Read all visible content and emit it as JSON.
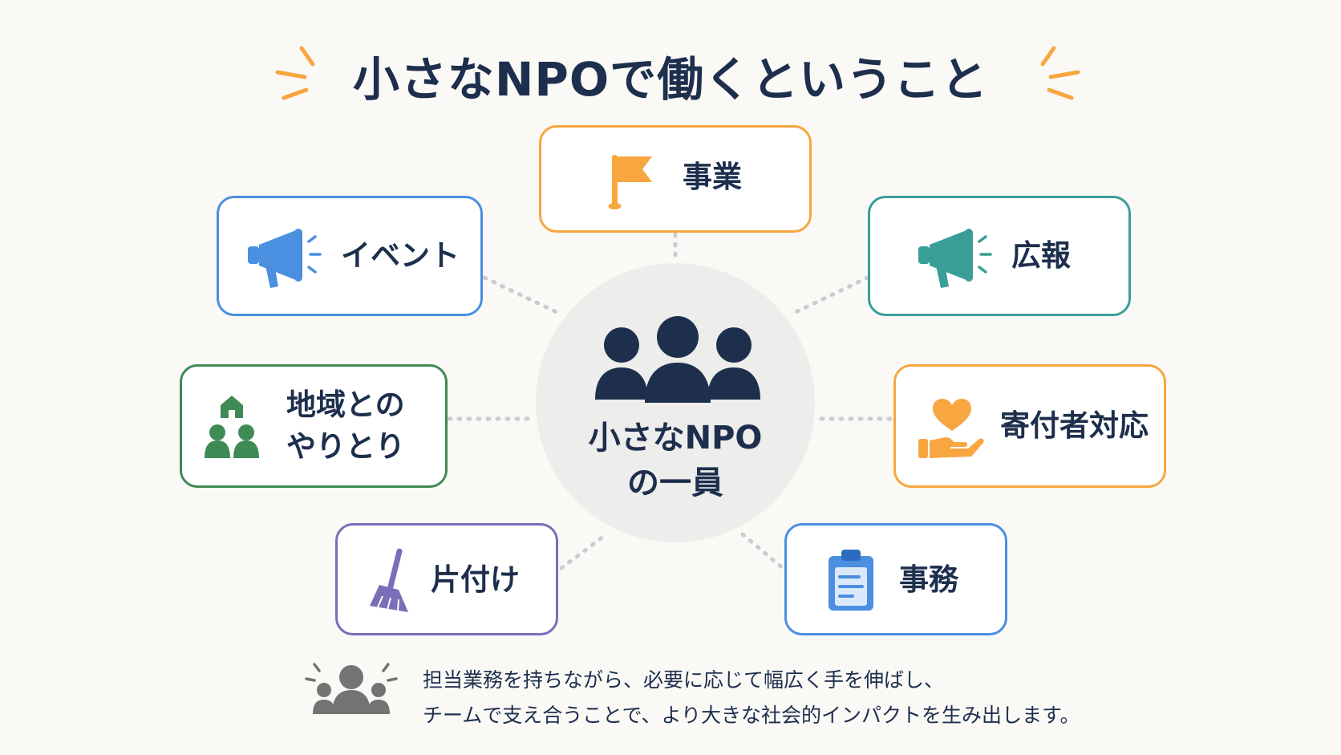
{
  "title": "小さなNPOで働くということ",
  "center": {
    "line1": "小さなNPO",
    "line2": "の一員"
  },
  "roles": {
    "business": "事業",
    "event": "イベント",
    "pr": "広報",
    "community_line1": "地域との",
    "community_line2": "やりとり",
    "donor": "寄付者対応",
    "cleanup": "片付け",
    "admin": "事務"
  },
  "footer": {
    "line1": "担当業務を持ちながら、必要に応じて幅広く手を伸ばし、",
    "line2": "チームで支え合うことで、より大きな社会的インパクトを生み出します。"
  },
  "colors": {
    "navy": "#1d2f4d",
    "orange": "#f7a640",
    "blue": "#4a8fe0",
    "teal": "#3a9e98",
    "green": "#3f8a55",
    "purple": "#7c6db8",
    "gray": "#737373"
  },
  "icons": {
    "business": "flag-icon",
    "event": "megaphone-icon",
    "pr": "megaphone-icon",
    "community": "community-house-people-icon",
    "donor": "heart-hand-icon",
    "cleanup": "broom-icon",
    "admin": "clipboard-icon",
    "center": "group-people-icon",
    "footer": "team-people-icon"
  }
}
